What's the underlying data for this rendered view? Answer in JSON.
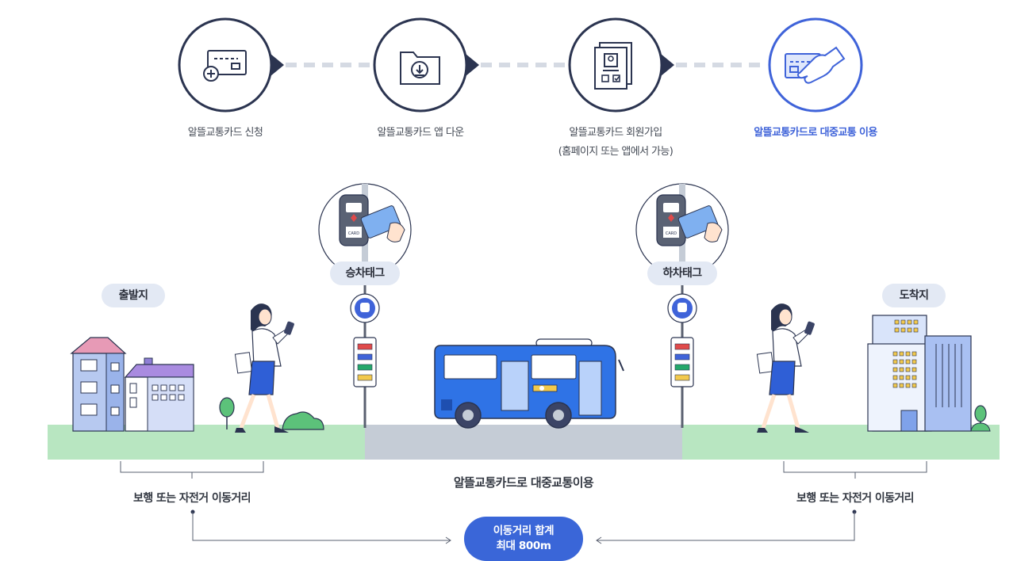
{
  "steps": [
    {
      "label": "알뜰교통카드 신청",
      "icon": "card-apply-icon"
    },
    {
      "label": "알뜰교통카드 앱 다운",
      "icon": "app-download-icon"
    },
    {
      "label": "알뜰교통카드 회원가입",
      "sublabel": "(홈페이지 또는 앱에서 가능)",
      "icon": "member-signup-icon"
    },
    {
      "label": "알뜰교통카드로 대중교통 이용",
      "icon": "card-use-icon"
    }
  ],
  "places": {
    "start": "출발지",
    "end": "도착지"
  },
  "tags": {
    "board": "승차태그",
    "alight": "하차태그",
    "card_text": "CARD"
  },
  "distance": {
    "walk_left": "보행 또는 자전거 이동거리",
    "transit": "알뜰교통카드로 대중교통이용",
    "walk_right": "보행 또는 자전거 이동거리",
    "total_line1": "이동거리 합계",
    "total_line2": "최대 800m"
  },
  "colors": {
    "accent": "#3f63d9",
    "dark": "#2b3450",
    "bus": "#2f73e6",
    "ground": "#b8e6c1",
    "road": "#c5ccd6"
  }
}
